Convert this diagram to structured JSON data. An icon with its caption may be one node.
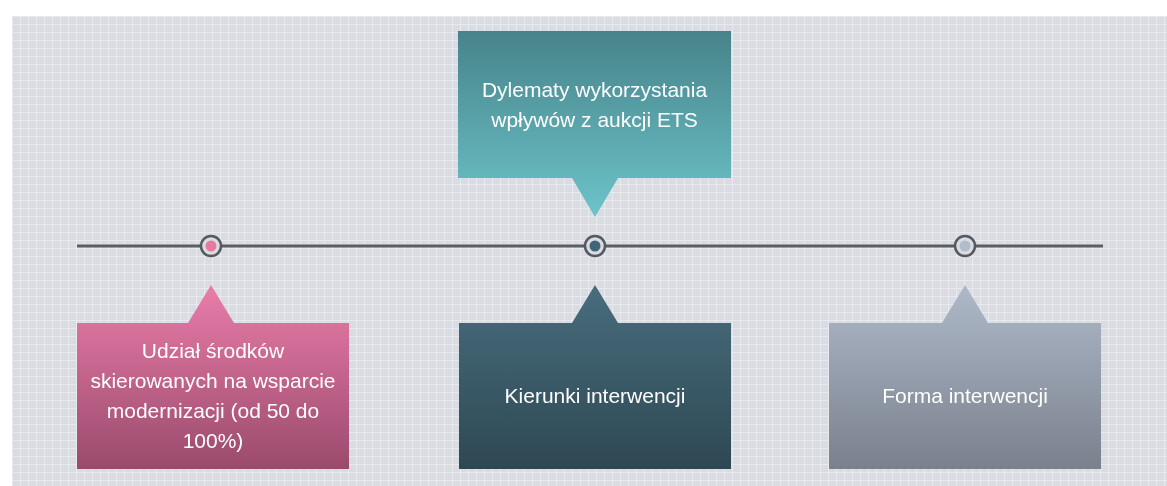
{
  "diagram": {
    "nodes": [
      {
        "text": [
          "Dylematy wykorzystania wpływów z aukcji ETS"
        ]
      },
      {
        "text": [
          "Udział środków skierowanych na wsparcie modernizacji (od 50 do 100%)"
        ]
      },
      {
        "text": [
          "Kierunki interwencji"
        ]
      },
      {
        "text": [
          "Forma interwencji"
        ]
      },
      {
        "text": [],
        "shape": "circle"
      },
      {
        "text": [],
        "shape": "circle"
      },
      {
        "text": [],
        "shape": "circle"
      }
    ],
    "edges": [
      {
        "from": null,
        "to": 4,
        "arrow": "none"
      },
      {
        "from": 4,
        "to": 5,
        "arrow": "none"
      },
      {
        "from": 5,
        "to": 6,
        "arrow": "none"
      },
      {
        "from": 6,
        "to": null,
        "arrow": "none"
      }
    ]
  }
}
